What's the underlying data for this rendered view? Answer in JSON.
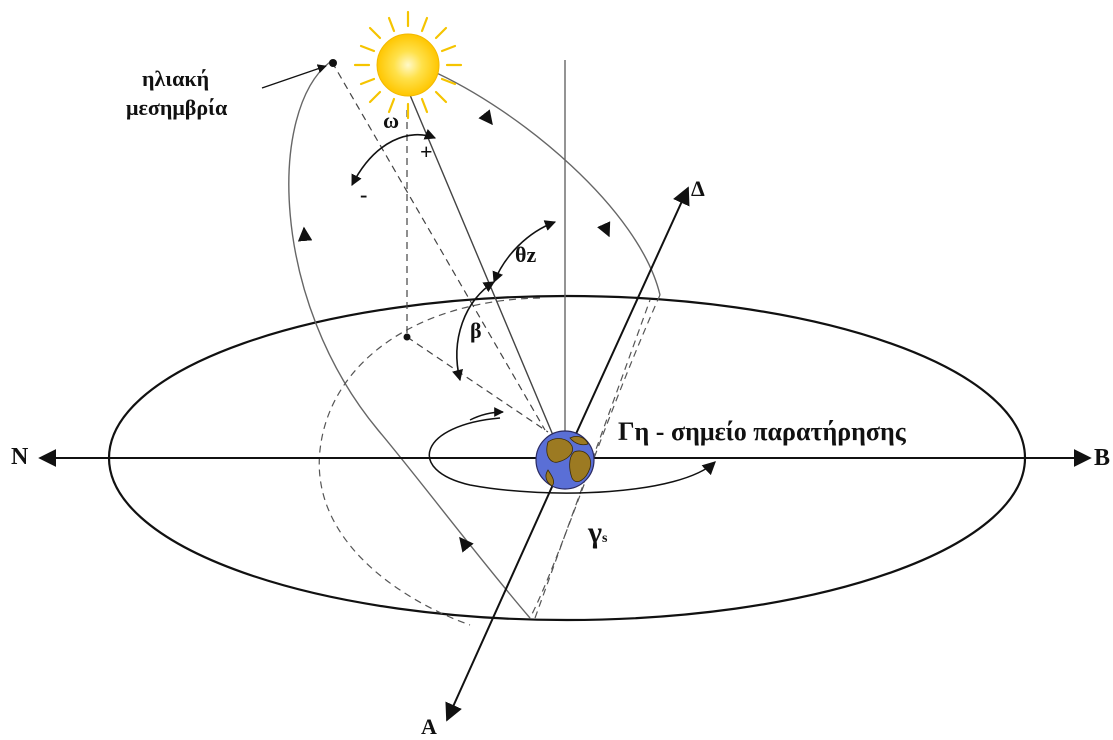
{
  "labels": {
    "solar_noon_line1": "ηλιακή",
    "solar_noon_line2": "μεσημβρία",
    "omega": "ω",
    "plus": "+",
    "minus": "-",
    "theta_z": "θz",
    "beta": "β",
    "earth_label": "Γη - σημείο παρατήρησης",
    "gamma_main": "γ",
    "gamma_sub": "s",
    "north": "N",
    "east": "Β",
    "south": "Δ",
    "west": "Α"
  },
  "colors": {
    "sun_core": "#ffd200",
    "sun_rays": "#f5c400",
    "earth_ocean": "#5a6fd6",
    "earth_land": "#9c7a22",
    "ink": "#111111",
    "dashed": "#444444"
  },
  "icons": {
    "sun": "sun-icon",
    "earth": "earth-globe-icon"
  }
}
